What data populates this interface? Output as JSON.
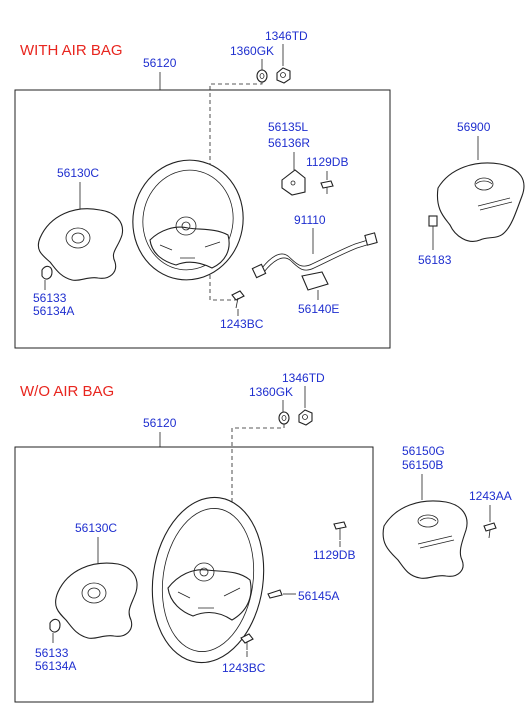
{
  "sections": {
    "with_airbag": {
      "title": "WITH AIR BAG",
      "labels": {
        "steering_wheel": "56120",
        "nut": "1346TD",
        "washer": "1360GK",
        "airbag_module_cover": "56130C",
        "emblem_a": "56133",
        "emblem_b": "56134A",
        "bracket_l": "56135L",
        "bracket_r": "56136R",
        "screw": "1129DB",
        "wiring": "91110",
        "bolt": "1243BC",
        "extension_wire": "56140E",
        "airbag_module": "56900",
        "clip": "56183"
      }
    },
    "wo_airbag": {
      "title": "W/O AIR BAG",
      "labels": {
        "steering_wheel": "56120",
        "nut": "1346TD",
        "washer": "1360GK",
        "pad_cover": "56130C",
        "emblem_a": "56133",
        "emblem_b": "56134A",
        "horn_pad_a": "56150B",
        "horn_pad_b": "56150G",
        "screw_aa": "1243AA",
        "screw": "1129DB",
        "contact": "56145A",
        "bolt": "1243BC"
      }
    }
  }
}
